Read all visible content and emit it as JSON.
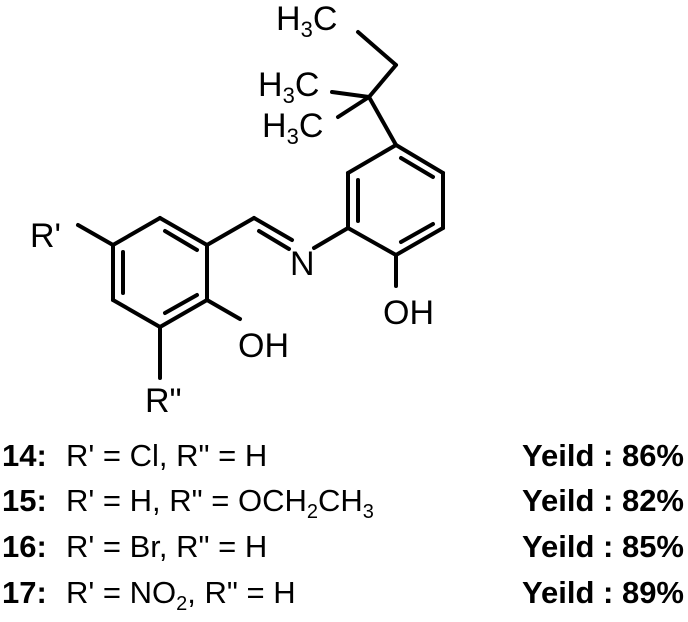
{
  "structure": {
    "ch3_top": "H3C",
    "ch3_mid1": "H3C",
    "ch3_mid2": "H3C",
    "r_prime": "R'",
    "r_double_prime": "R\"",
    "nitrogen": "N",
    "oh_left": "OH",
    "oh_right": "OH"
  },
  "compounds": [
    {
      "number": "14:",
      "r_prime_label": "R' = Cl, R\" = H",
      "yield_label": "Yeild : 86%"
    },
    {
      "number": "15:",
      "r_prime_label": "R' = H, R\" = OCH2CH3",
      "yield_label": "Yeild : 82%"
    },
    {
      "number": "16:",
      "r_prime_label": "R' = Br, R\" = H",
      "yield_label": "Yeild : 85%"
    },
    {
      "number": "17:",
      "r_prime_label": "R' = NO2, R\" = H",
      "yield_label": "Yeild : 89%"
    }
  ]
}
